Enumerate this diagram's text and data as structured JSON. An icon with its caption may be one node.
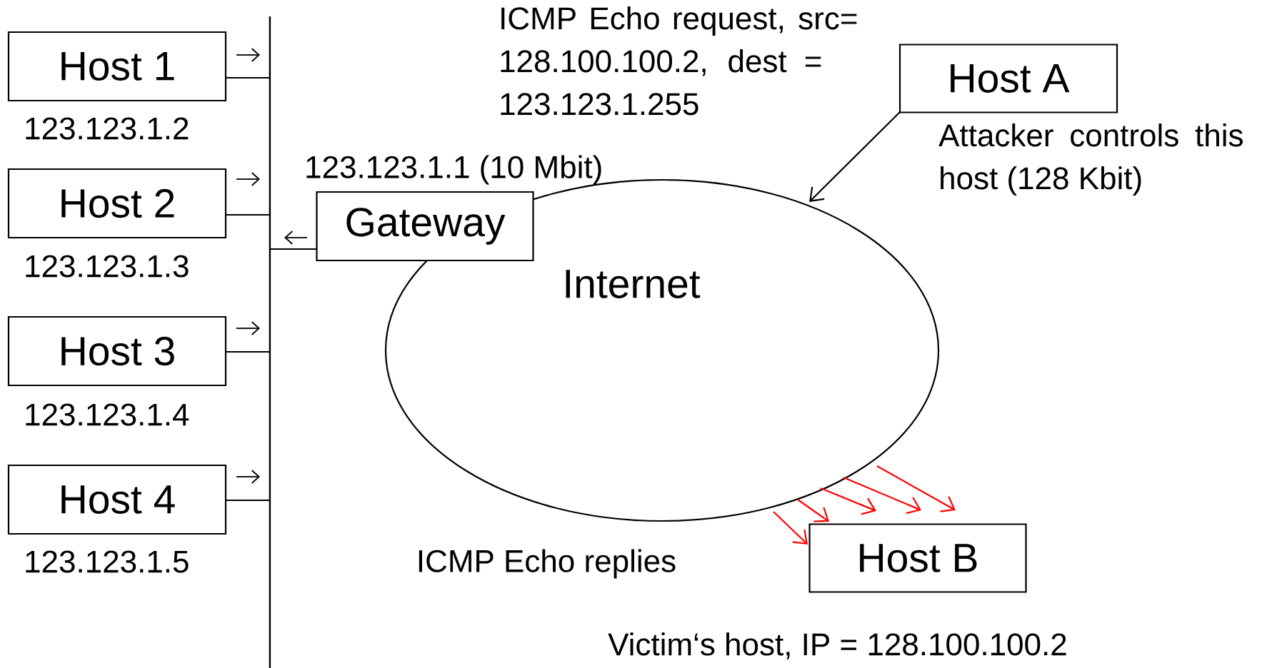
{
  "diagram": {
    "nodes": [
      {
        "text": [
          "Host 1"
        ],
        "beside": [
          "123.123.1.2"
        ]
      },
      {
        "text": [
          "Host 2"
        ],
        "beside": [
          "123.123.1.3"
        ]
      },
      {
        "text": [
          "Host 3"
        ],
        "beside": [
          "123.123.1.4"
        ]
      },
      {
        "text": [
          "Host 4"
        ],
        "beside": [
          "123.123.1.5"
        ]
      },
      {
        "text": [],
        "shape": "bar"
      },
      {
        "text": [
          "Gateway"
        ],
        "beside": [
          "123.123.1.1 (10 Mbit)"
        ]
      },
      {
        "text": [
          "Internet"
        ]
      },
      {
        "text": [
          "Host A"
        ],
        "beside": [
          "Attacker controls this host (128 Kbit)"
        ]
      },
      {
        "text": [
          "Host B"
        ],
        "beside": [
          "Victim‘s host, IP = 128.100.100.2"
        ]
      }
    ],
    "edges": [
      {
        "from": 0,
        "to": 4,
        "arrow": "none"
      },
      {
        "from": 1,
        "to": 4,
        "arrow": "none"
      },
      {
        "from": 2,
        "to": 4,
        "arrow": "none"
      },
      {
        "from": 3,
        "to": 4,
        "arrow": "none"
      },
      {
        "from": 5,
        "to": 4,
        "arrow": "none"
      },
      {
        "from": 7,
        "to": 6,
        "arrow": "to"
      },
      {
        "from": 6,
        "to": 8,
        "arrow": "to",
        "color": "#ff0000"
      },
      {
        "from": 6,
        "to": 8,
        "arrow": "to",
        "color": "#ff0000"
      },
      {
        "from": 6,
        "to": 8,
        "arrow": "to",
        "color": "#ff0000"
      },
      {
        "from": 6,
        "to": 8,
        "arrow": "to",
        "color": "#ff0000"
      },
      {
        "from": 6,
        "to": 8,
        "arrow": "to",
        "color": "#ff0000"
      }
    ],
    "labels": [
      "ICMP Echo request, src= 128.100.100.2, dest = 123.123.1.255",
      "ICMP Echo replies"
    ]
  }
}
